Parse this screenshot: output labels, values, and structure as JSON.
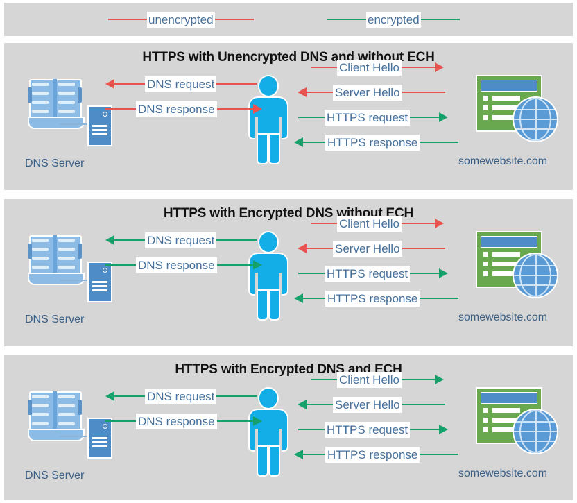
{
  "legend": {
    "items": [
      {
        "label": "unencrypted",
        "color": "#e06666",
        "name": "legend-unencrypted"
      },
      {
        "label": "encrypted",
        "color": "#3f9e79",
        "name": "legend-encrypted"
      }
    ]
  },
  "colors": {
    "panel_background": "#d6d6d6",
    "page_background": "#ffffff",
    "unencrypted": "#e8524f",
    "encrypted": "#16a06a",
    "label_text": "#46719c",
    "title_text": "#111111",
    "person": "#13aee8",
    "browser_green": "#6aa84f",
    "globe_blue": "#5b9bd5",
    "server_blue": "#4e8cc8"
  },
  "nodes": {
    "dns_server_label": "DNS Server",
    "website_label": "somewebsite.com",
    "dns_icon": "book-and-server-icon",
    "user_icon": "person-icon",
    "website_icon": "browser-globe-icon"
  },
  "panels": [
    {
      "title": "HTTPS with Unencrypted DNS and without ECH",
      "flows": [
        {
          "label": "DNS request",
          "direction": "left",
          "encrypted": false,
          "side": "dns"
        },
        {
          "label": "DNS response",
          "direction": "right",
          "encrypted": false,
          "side": "dns"
        },
        {
          "label": "Client Hello",
          "direction": "right",
          "encrypted": false,
          "side": "web"
        },
        {
          "label": "Server Hello",
          "direction": "left",
          "encrypted": false,
          "side": "web"
        },
        {
          "label": "HTTPS request",
          "direction": "right",
          "encrypted": true,
          "side": "web"
        },
        {
          "label": "HTTPS response",
          "direction": "left",
          "encrypted": true,
          "side": "web"
        }
      ]
    },
    {
      "title": "HTTPS with Encrypted DNS without ECH",
      "flows": [
        {
          "label": "DNS request",
          "direction": "left",
          "encrypted": true,
          "side": "dns"
        },
        {
          "label": "DNS response",
          "direction": "right",
          "encrypted": true,
          "side": "dns"
        },
        {
          "label": "Client Hello",
          "direction": "right",
          "encrypted": false,
          "side": "web"
        },
        {
          "label": "Server Hello",
          "direction": "left",
          "encrypted": false,
          "side": "web"
        },
        {
          "label": "HTTPS request",
          "direction": "right",
          "encrypted": true,
          "side": "web"
        },
        {
          "label": "HTTPS response",
          "direction": "left",
          "encrypted": true,
          "side": "web"
        }
      ]
    },
    {
      "title": "HTTPS with Encrypted DNS and ECH",
      "flows": [
        {
          "label": "DNS request",
          "direction": "left",
          "encrypted": true,
          "side": "dns"
        },
        {
          "label": "DNS response",
          "direction": "right",
          "encrypted": true,
          "side": "dns"
        },
        {
          "label": "Client Hello",
          "direction": "right",
          "encrypted": true,
          "side": "web"
        },
        {
          "label": "Server Hello",
          "direction": "left",
          "encrypted": true,
          "side": "web"
        },
        {
          "label": "HTTPS request",
          "direction": "right",
          "encrypted": true,
          "side": "web"
        },
        {
          "label": "HTTPS response",
          "direction": "left",
          "encrypted": true,
          "side": "web"
        }
      ]
    }
  ]
}
